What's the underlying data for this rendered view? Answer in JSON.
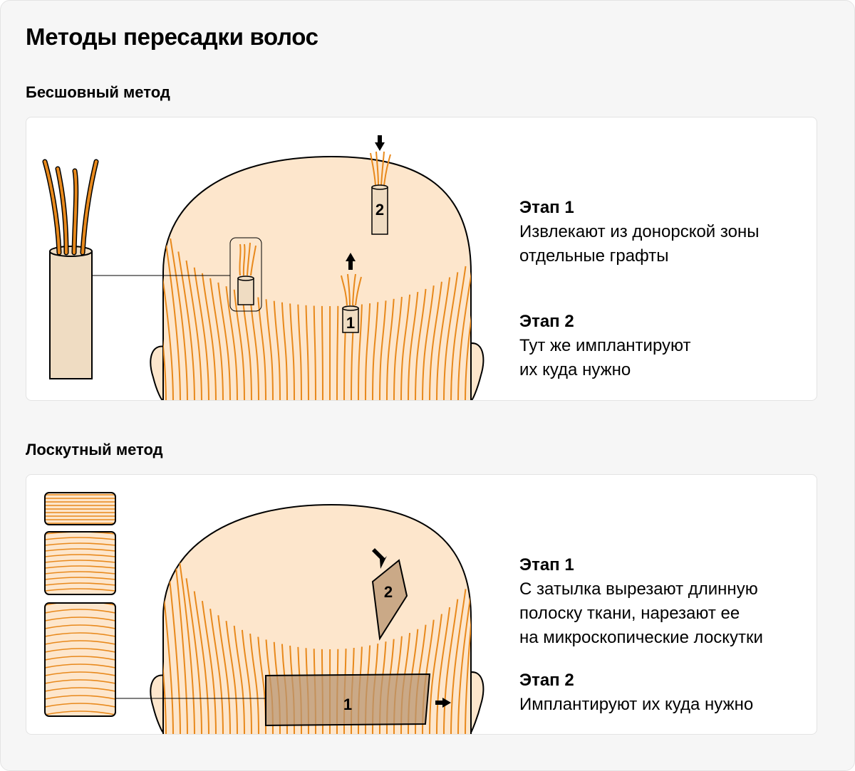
{
  "page": {
    "title": "Методы пересадки волос"
  },
  "colors": {
    "skin": "#fde6cc",
    "hair": "#e8891c",
    "graft": "#efdcc2",
    "patch": "#b89470",
    "line": "#000000"
  },
  "sections": [
    {
      "title": "Бесшовный метод",
      "steps": [
        {
          "label": "Этап 1",
          "text": "Извлекают из донорской зоны\nотдельные графты"
        },
        {
          "label": "Этап 2",
          "text": "Тут же имплантируют\nих куда нужно"
        }
      ],
      "markers": [
        "1",
        "2"
      ],
      "icons": [
        "graft-icon",
        "arrow-up-icon",
        "arrow-down-icon"
      ]
    },
    {
      "title": "Лоскутный метод",
      "steps": [
        {
          "label": "Этап 1",
          "text": "С затылка вырезают длинную\nполоску ткани, нарезают ее\nна микроскопические лоскутки"
        },
        {
          "label": "Этап 2",
          "text": "Имплантируют их куда нужно"
        }
      ],
      "markers": [
        "1",
        "2"
      ],
      "icons": [
        "skin-patch-icon",
        "arrow-right-icon",
        "arrow-down-right-icon"
      ]
    }
  ]
}
